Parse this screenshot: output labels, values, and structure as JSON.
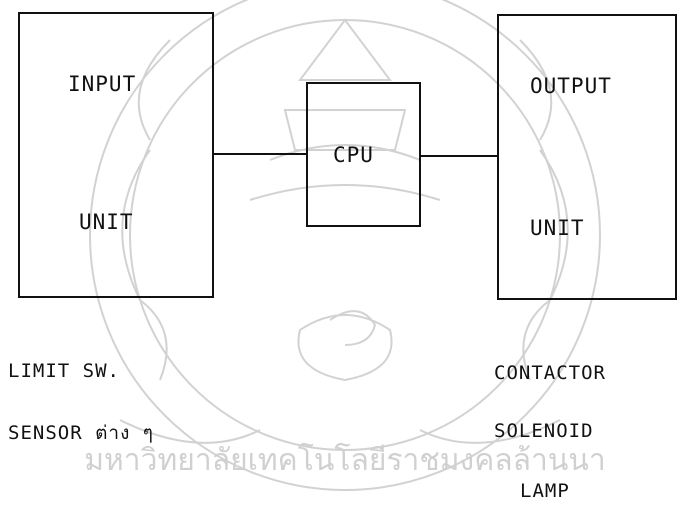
{
  "diagram": {
    "colors": {
      "ink": "#111111",
      "watermark": "#c9c9c9",
      "background": "#ffffff"
    },
    "input_block": {
      "line1": "INPUT",
      "line2": "UNIT"
    },
    "cpu_block": {
      "label": "CPU"
    },
    "output_block": {
      "line1": "OUTPUT",
      "line2": "UNIT"
    },
    "input_devices": [
      "LIMIT SW.",
      "SENSOR ต่าง ๆ"
    ],
    "output_devices": [
      "CONTACTOR",
      "SOLENOID",
      "LAMP"
    ],
    "watermark": {
      "text": "มหาวิทยาลัยเทคโนโลยีราชมงคลล้านนา",
      "icon": "university-seal-icon"
    }
  }
}
